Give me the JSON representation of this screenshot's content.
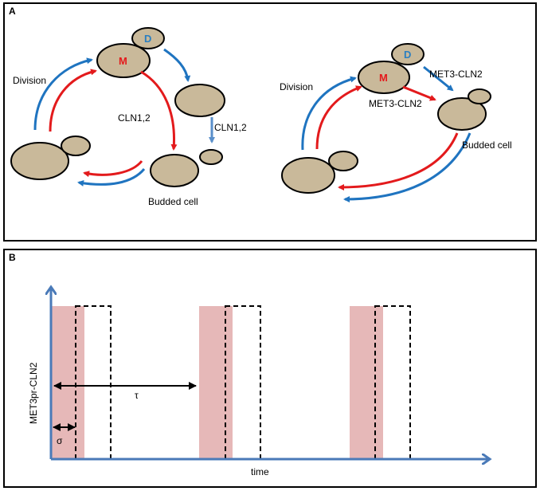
{
  "panel_a": {
    "letter": "A",
    "left": {
      "division": "Division",
      "cln12_main": "CLN1,2",
      "cln12_side": "CLN1,2",
      "budded_cell": "Budded cell",
      "mother": "M",
      "daughter": "D"
    },
    "right": {
      "division": "Division",
      "met3_top": "MET3-CLN2",
      "met3_mid": "MET3-CLN2",
      "budded_cell": "Budded cell",
      "mother": "M",
      "daughter": "D"
    }
  },
  "panel_b": {
    "letter": "B",
    "ylabel": "MET3pr-CLN2",
    "xlabel": "time",
    "tau": "τ",
    "sigma": "σ"
  },
  "colors": {
    "cell": "#c9b99a",
    "blue": "#1f74c0",
    "red": "#e31a1c",
    "pulse": "#e6b8b8",
    "axis": "#4a7ab8"
  }
}
